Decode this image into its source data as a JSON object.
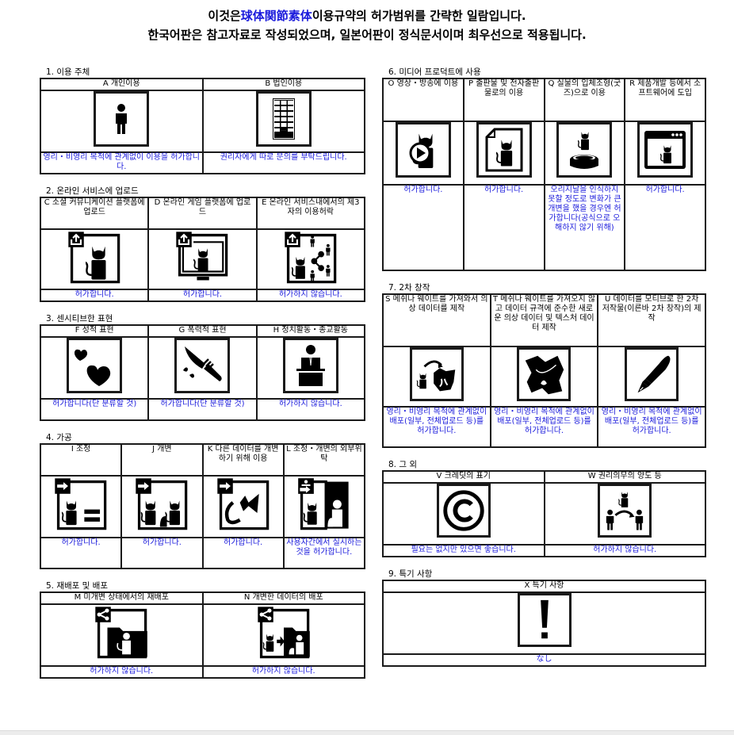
{
  "header": {
    "line1_prefix": "이것은",
    "line1_accent": "球体関節素体",
    "line1_suffix": "이용규약의 허가범위를 간략한 일람입니다.",
    "line2": "한국어판은 참고자료로 작성되었으며, 일본어판이 정식문서이며 최우선으로 적용됩니다."
  },
  "colors": {
    "accent": "#1a1adc",
    "border": "#1a1a1a",
    "text": "#000000"
  },
  "sections": {
    "s1": {
      "title": "1. 이용 주체",
      "items": [
        {
          "label": "A 개인이용",
          "icon": "person-icon",
          "verdict": "영리・비영리 목적에 관계없이 이용을 허가합니다."
        },
        {
          "label": "B 법인이용",
          "icon": "building-icon",
          "verdict": "권리자에게 따로 문의를 부탁드립니다."
        }
      ]
    },
    "s2": {
      "title": "2. 온라인 서비스에 업로드",
      "items": [
        {
          "label": "C 소셜 커뮤니케이션 플랫폼에 업로드",
          "icon": "upload-sns-icon",
          "verdict": "허가합니다."
        },
        {
          "label": "D 온라인 게임 플랫폼에 업로드",
          "icon": "upload-game-icon",
          "verdict": "허가합니다."
        },
        {
          "label": "E 온라인 서비스내에서의 제3자의 이용허락",
          "icon": "upload-share-icon",
          "verdict": "허가하지 않습니다."
        }
      ]
    },
    "s3": {
      "title": "3. 센시티브한 표현",
      "items": [
        {
          "label": "F 성적 표현",
          "icon": "hearts-icon",
          "verdict": "허가합니다(단 분류할 것)"
        },
        {
          "label": "G 폭력적 표현",
          "icon": "knife-icon",
          "verdict": "허가합니다(단 분류할 것)"
        },
        {
          "label": "H 정치활동・종교활동",
          "icon": "podium-icon",
          "verdict": "허가하지 않습니다."
        }
      ]
    },
    "s4": {
      "title": "4. 가공",
      "items": [
        {
          "label": "I 조정",
          "icon": "adjust-icon",
          "verdict": "허가합니다."
        },
        {
          "label": "J 개변",
          "icon": "modify-icon",
          "verdict": "허가합니다."
        },
        {
          "label": "K 다른 데이터를 개변하기 위해 이용",
          "icon": "parts-reuse-icon",
          "verdict": "허가합니다."
        },
        {
          "label": "L 조정・개변의 외부위탁",
          "icon": "outsource-icon",
          "verdict": "사용자간에서 실시하는 것을 허가합니다."
        }
      ]
    },
    "s5": {
      "title": "5. 재배포 및 배포",
      "items": [
        {
          "label": "M 미개변 상태에서의 재배포",
          "icon": "redistribute-icon",
          "verdict": "허가하지 않습니다."
        },
        {
          "label": "N 개변한 데이터의 배포",
          "icon": "distribute-modified-icon",
          "verdict": "허가하지 않습니다."
        }
      ]
    },
    "s6": {
      "title": "6. 미디어 프로덕트에 사용",
      "items": [
        {
          "label": "O 영상・방송에 이용",
          "icon": "video-icon",
          "verdict": "허가합니다."
        },
        {
          "label": "P 출판물 및 전자출판물로의 이용",
          "icon": "publication-icon",
          "verdict": "허가합니다."
        },
        {
          "label": "Q 실물의 입체조형(굿즈)으로 이용",
          "icon": "figure-icon",
          "verdict": "오리지날을 인식하지 못할 정도로 변화가 큰 개변을 했을 경우엔 허가합니다(공식으로 오해하지 않기 위해)"
        },
        {
          "label": "R 제품개발 등에서 소프트웨어에 도입",
          "icon": "software-icon",
          "verdict": "허가합니다."
        }
      ]
    },
    "s7": {
      "title": "7. 2차 창작",
      "items": [
        {
          "label": "S 메쉬나 웨이트를 가져와서 의상 데이터를 제작",
          "icon": "costume-from-mesh-icon",
          "verdict": "영리・비영리 목적에 관계없이 배포(일부, 전체업로드 등)를 허가합니다."
        },
        {
          "label": "T 메쉬나 웨이트를 가져오지 않고 데이터 규격에 준수한 새로운 의상 데이터 및 텍스처 데이터 제작",
          "icon": "costume-icon",
          "verdict": "영리・비영리 목적에 관계없이 배포(일부, 전체업로드 등)를 허가합니다."
        },
        {
          "label": "U 데이터를 모티브로 한 2차 저작물(이른바 2차 창작)의 제작",
          "icon": "pen-icon",
          "verdict": "영리・비영리 목적에 관계없이 배포(일부, 전체업로드 등)를 허가합니다."
        }
      ]
    },
    "s8": {
      "title": "8. 그 외",
      "items": [
        {
          "label": "V 크레딧의 표기",
          "icon": "copyright-icon",
          "verdict": "필요는 없지만 있으면 좋습니다."
        },
        {
          "label": "W 권리의무의 양도 등",
          "icon": "transfer-icon",
          "verdict": "허가하지 않습니다."
        }
      ]
    },
    "s9": {
      "title": "9. 특기 사항",
      "items": [
        {
          "label": "X 특기 사항",
          "icon": "exclamation-icon",
          "verdict": "なし"
        }
      ]
    }
  }
}
